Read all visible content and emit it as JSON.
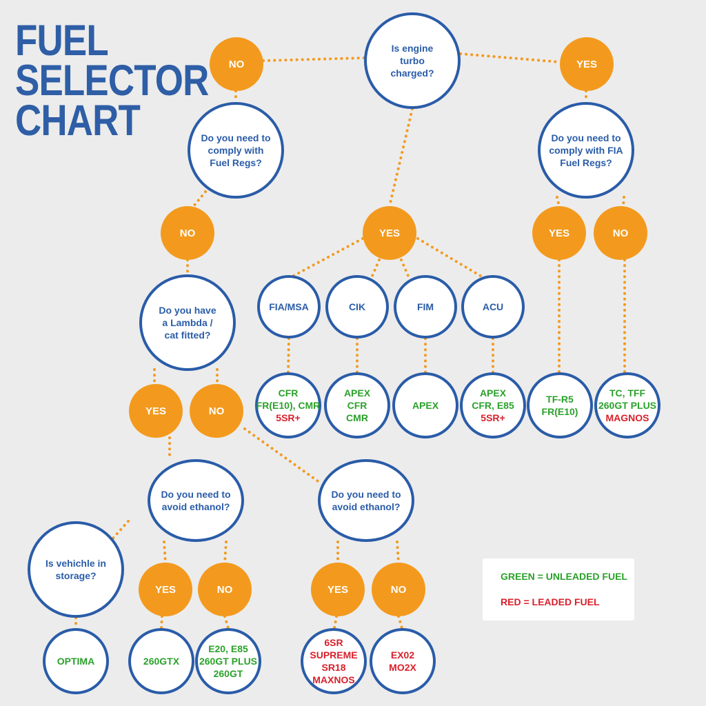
{
  "title": {
    "line1": "FUEL",
    "line2": "SELECTOR",
    "line3": "CHART"
  },
  "questions": {
    "turbo": "Is engine turbo charged?",
    "fuel_regs": "Do you need to comply with Fuel Regs?",
    "fia_regs": "Do you need to comply with FIA Fuel Regs?",
    "lambda": "Do you have a Lambda / cat fitted?",
    "ethanol_left": "Do you need to avoid ethanol?",
    "ethanol_right": "Do you need to avoid ethanol?",
    "storage": "Is vehichle in storage?"
  },
  "answers": {
    "turbo_no": "NO",
    "turbo_yes": "YES",
    "regs_no": "NO",
    "regs_yes": "YES",
    "fia_yes": "YES",
    "fia_no": "NO",
    "lambda_yes": "YES",
    "lambda_no": "NO",
    "eth_left_yes": "YES",
    "eth_left_no": "NO",
    "eth_right_yes": "YES",
    "eth_right_no": "NO"
  },
  "bodies": {
    "fia_msa": "FIA/MSA",
    "cik": "CIK",
    "fim": "FIM",
    "acu": "ACU"
  },
  "results": {
    "fia_msa": [
      {
        "text": "CFR",
        "type": "unleaded"
      },
      {
        "text": "FR(E10), CMR",
        "type": "unleaded"
      },
      {
        "text": "5SR+",
        "type": "leaded"
      }
    ],
    "cik": [
      {
        "text": "APEX",
        "type": "unleaded"
      },
      {
        "text": "CFR",
        "type": "unleaded"
      },
      {
        "text": "CMR",
        "type": "unleaded"
      }
    ],
    "fim": [
      {
        "text": "APEX",
        "type": "unleaded"
      }
    ],
    "acu": [
      {
        "text": "APEX",
        "type": "unleaded"
      },
      {
        "text": "CFR, E85",
        "type": "unleaded"
      },
      {
        "text": "5SR+",
        "type": "leaded"
      }
    ],
    "fia_yes": [
      {
        "text": "TF-R5",
        "type": "unleaded"
      },
      {
        "text": "FR(E10)",
        "type": "unleaded"
      }
    ],
    "fia_no": [
      {
        "text": "TC, TFF",
        "type": "unleaded"
      },
      {
        "text": "260GT PLUS",
        "type": "unleaded"
      },
      {
        "text": "MAGNOS",
        "type": "leaded"
      }
    ],
    "storage": [
      {
        "text": "OPTIMA",
        "type": "unleaded"
      }
    ],
    "eth_left_yes": [
      {
        "text": "260GTX",
        "type": "unleaded"
      }
    ],
    "eth_left_no": [
      {
        "text": "E20, E85",
        "type": "unleaded"
      },
      {
        "text": "260GT PLUS",
        "type": "unleaded"
      },
      {
        "text": "260GT",
        "type": "unleaded"
      }
    ],
    "eth_right_yes": [
      {
        "text": "6SR",
        "type": "leaded"
      },
      {
        "text": "SUPREME",
        "type": "leaded"
      },
      {
        "text": "SR18",
        "type": "leaded"
      },
      {
        "text": "MAXNOS",
        "type": "leaded"
      }
    ],
    "eth_right_no": [
      {
        "text": "EX02",
        "type": "leaded"
      },
      {
        "text": "MO2X",
        "type": "leaded"
      }
    ]
  },
  "legend": {
    "green": "GREEN = UNLEADED FUEL",
    "red": "RED = LEADED FUEL"
  },
  "colors": {
    "blue": "#2a5ca8",
    "title_blue": "#2e5ea6",
    "orange": "#f39a1e",
    "unleaded": "#2aa12a",
    "leaded": "#d8202b",
    "background": "#ececec"
  }
}
